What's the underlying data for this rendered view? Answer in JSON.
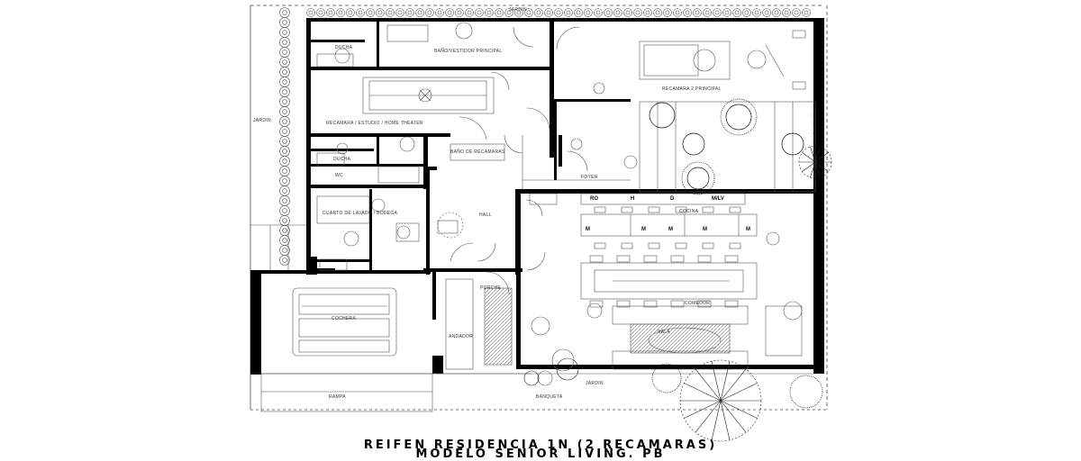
{
  "title": {
    "line1": "REIFEN RESIDENCIA 1N (2 RECAMARAS)",
    "line2": "MODELO SENIOR LIVING. PB"
  },
  "labels": {
    "jardin_top": "JARDIN",
    "jardin_left": "JARDIN",
    "ducha_1": "DUCHA",
    "bano_principal": "BAÑO/VESTIDOR PRINCIPAL",
    "recamara_2": "RECAMARA 2 PRINCIPAL",
    "recamara_1": "RECAMARA / ESTUDIO / HOME THEATER",
    "ducha_2": "DUCHA",
    "wc": "WC",
    "bano_2": "BAÑO DE RECAMARAS",
    "foyer": "FOYER",
    "cuarto_lavado": "CUARTO DE LAVADO / BODEGA",
    "hall": "HALL",
    "cocina": "COCINA",
    "letter_ro": "RO",
    "letter_h": "H",
    "letter_d": "D",
    "letter_mlv": "M/LV",
    "letter_m": "M",
    "porche": "PORCHE",
    "cochera": "COCHERA",
    "comedor": "COMEDOR",
    "sala": "SALA",
    "andador": "ANDADOR",
    "rampa": "RAMPA",
    "banqueta": "BANQUETA",
    "jardin_3": "JARDIN"
  },
  "icons": [
    "shrub-icon",
    "tree-icon",
    "car-icon",
    "bed-icon",
    "toilet-icon",
    "sofa-icon",
    "dining-table-icon"
  ]
}
